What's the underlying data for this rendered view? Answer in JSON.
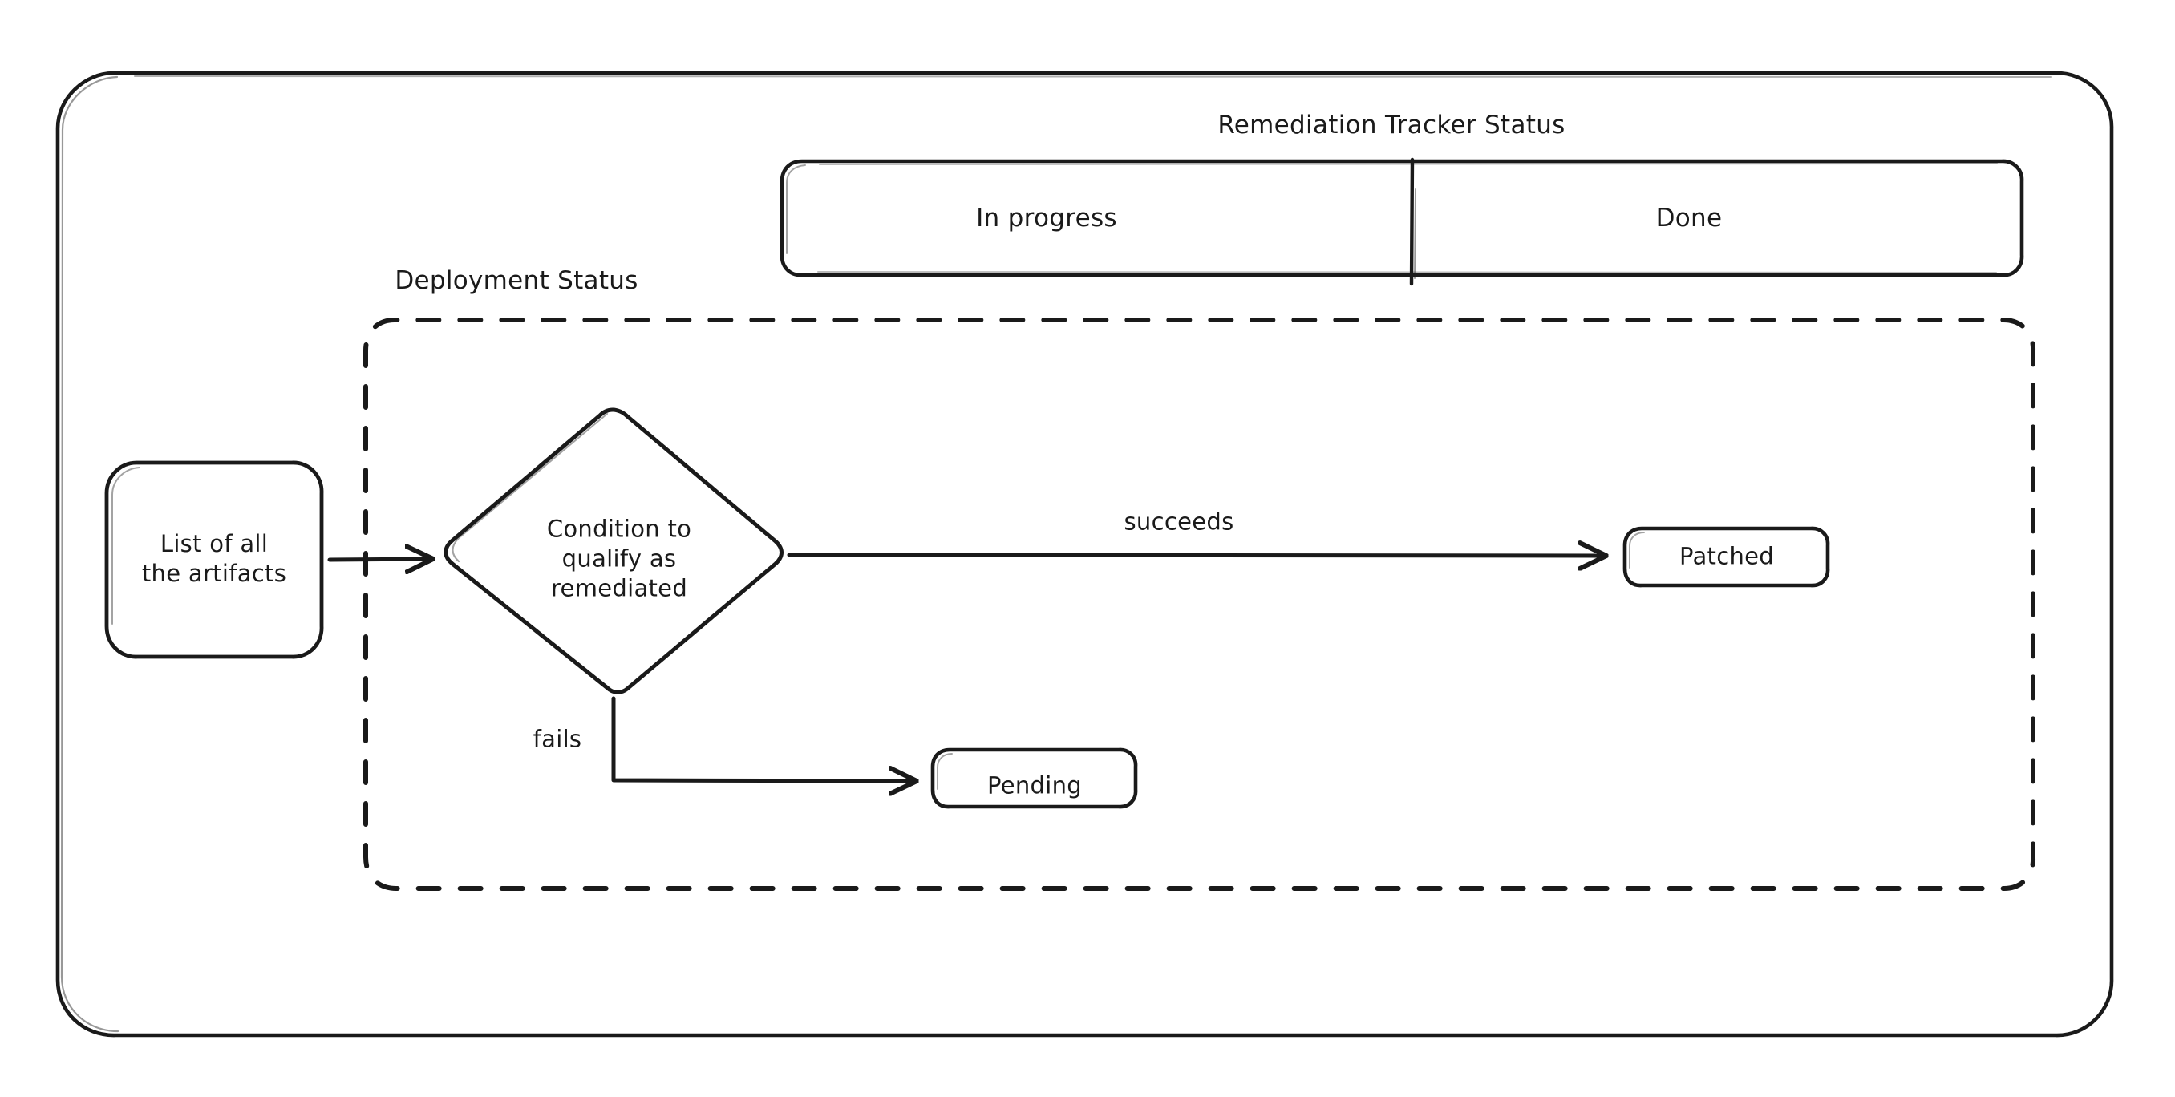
{
  "diagram": {
    "title": "Remediation Tracker Status",
    "background_color": "#ffffff",
    "stroke_color": "#1a1a1a",
    "text_color": "#1a1a1a",
    "style": "hand-drawn-sketch"
  },
  "swimlane": {
    "title": "Remediation Tracker Status",
    "lanes": [
      {
        "label": "In progress"
      },
      {
        "label": "Done"
      }
    ]
  },
  "group": {
    "label": "Deployment Status",
    "border_style": "dashed"
  },
  "nodes": [
    {
      "id": "artifacts",
      "label": "List of all\nthe artifacts",
      "shape": "rounded-rect"
    },
    {
      "id": "condition",
      "label": "Condition to\nqualify as\nremediated",
      "shape": "diamond"
    },
    {
      "id": "patched",
      "label": "Patched",
      "shape": "rounded-rect"
    },
    {
      "id": "pending",
      "label": "Pending",
      "shape": "rounded-rect"
    }
  ],
  "edges": [
    {
      "from": "artifacts",
      "to": "condition",
      "label": ""
    },
    {
      "from": "condition",
      "to": "patched",
      "label": "succeeds"
    },
    {
      "from": "condition",
      "to": "pending",
      "label": "fails"
    }
  ]
}
